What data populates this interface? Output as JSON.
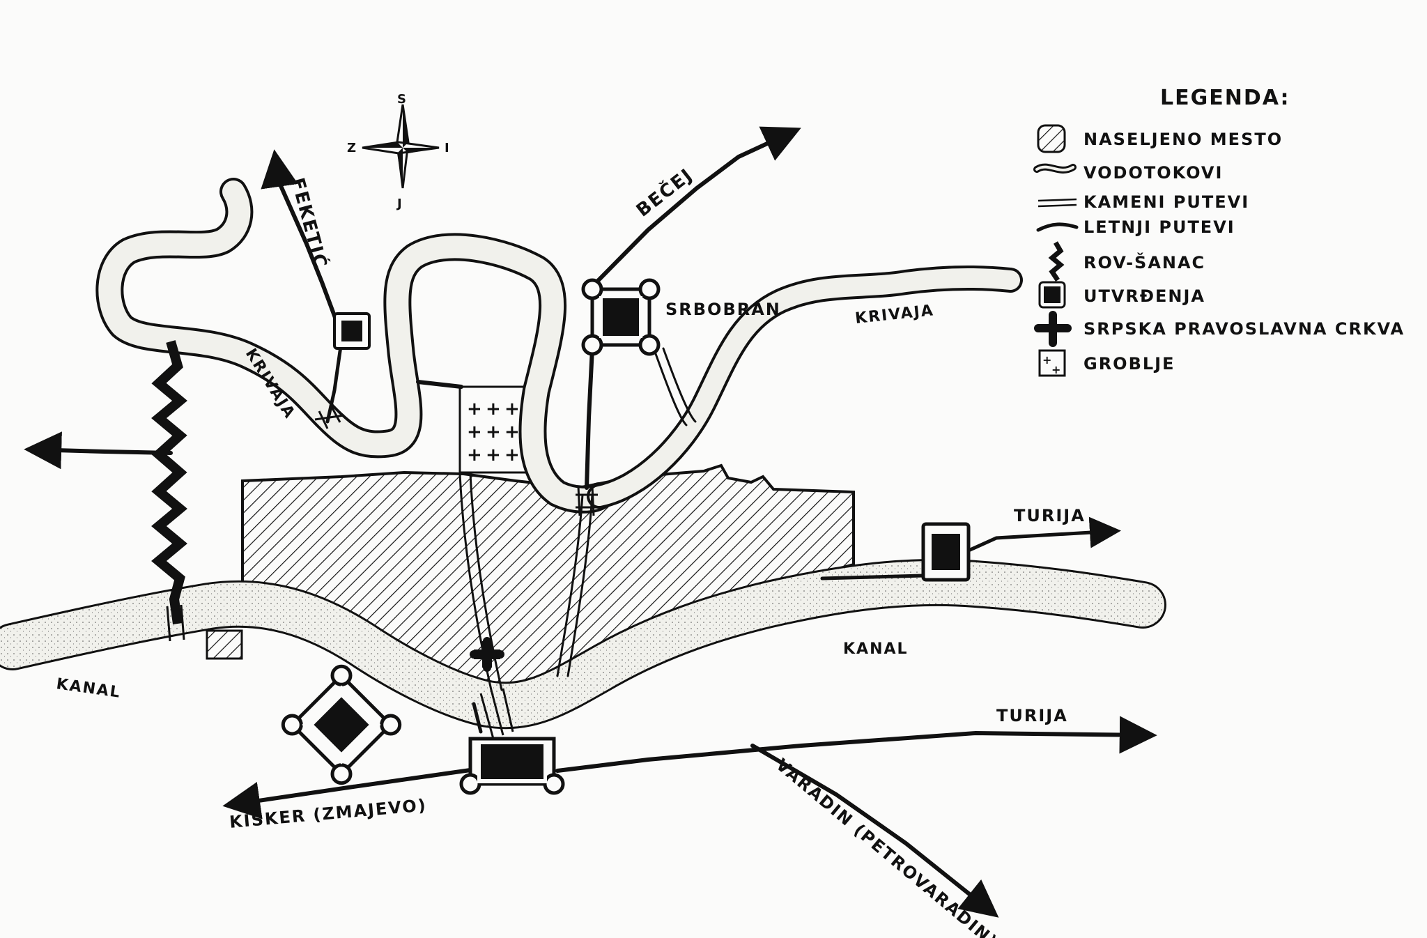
{
  "compass": {
    "north": "S",
    "south": "J",
    "west": "Z",
    "east": "I"
  },
  "legend": {
    "title": "LEGENDA:",
    "items": [
      {
        "icon": "settlement-icon",
        "label": "NASELJENO MESTO"
      },
      {
        "icon": "watercourse-icon",
        "label": "VODOTOKOVI"
      },
      {
        "icon": "stone-road-icon",
        "label": "KAMENI PUTEVI"
      },
      {
        "icon": "summer-road-icon",
        "label": "LETNJI PUTEVI"
      },
      {
        "icon": "trench-icon",
        "label": "ROV-ŠANAC"
      },
      {
        "icon": "fortification-icon",
        "label": "UTVRĐENJA"
      },
      {
        "icon": "orthodox-church-icon",
        "label": "SRPSKA PRAVOSLAVNA CRKVA"
      },
      {
        "icon": "cemetery-icon",
        "label": "GROBLJE"
      }
    ]
  },
  "labels": {
    "feketic": "FEKETIĆ",
    "becej": "BEČEJ",
    "srbobran": "SRBOBRAN",
    "krivaja_west": "KRIVAJA",
    "krivaja_east": "KRIVAJA",
    "turija_upper": "TURIJA",
    "turija_lower": "TURIJA",
    "kanal_west": "KANAL",
    "kanal_east": "KANAL",
    "kisker": "KIŠKER (ZMAJEVO)",
    "varadin": "VARADIN (PETROVARADIN)"
  },
  "colors": {
    "ink": "#111111",
    "paper": "#fbfbfa",
    "water": "#f1f1ec"
  }
}
